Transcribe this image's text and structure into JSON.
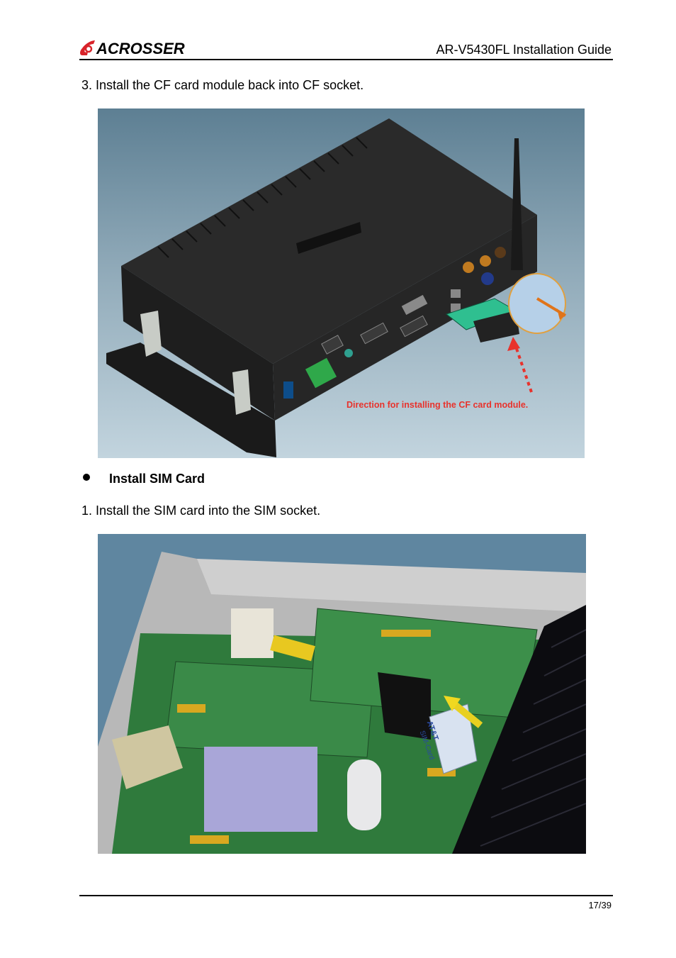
{
  "header": {
    "logo_text": "ACROSSER",
    "doc_title": "AR-V5430FL Installation Guide"
  },
  "steps": {
    "cf_step": "3. Install the CF card module back into CF socket.",
    "sim_step": "1. Install the SIM card into the SIM socket."
  },
  "figures": {
    "cf_caption": "Direction for installing the CF card module.",
    "sim_card_label_1": "AT&T",
    "sim_card_label_2": "SIM-Card"
  },
  "section": {
    "heading": "Install SIM Card"
  },
  "footer": {
    "page_number": "17/39"
  },
  "colors": {
    "caption_red": "#e8322c",
    "logo_red": "#d8232a",
    "pcb_green": "#2f7a3c"
  }
}
